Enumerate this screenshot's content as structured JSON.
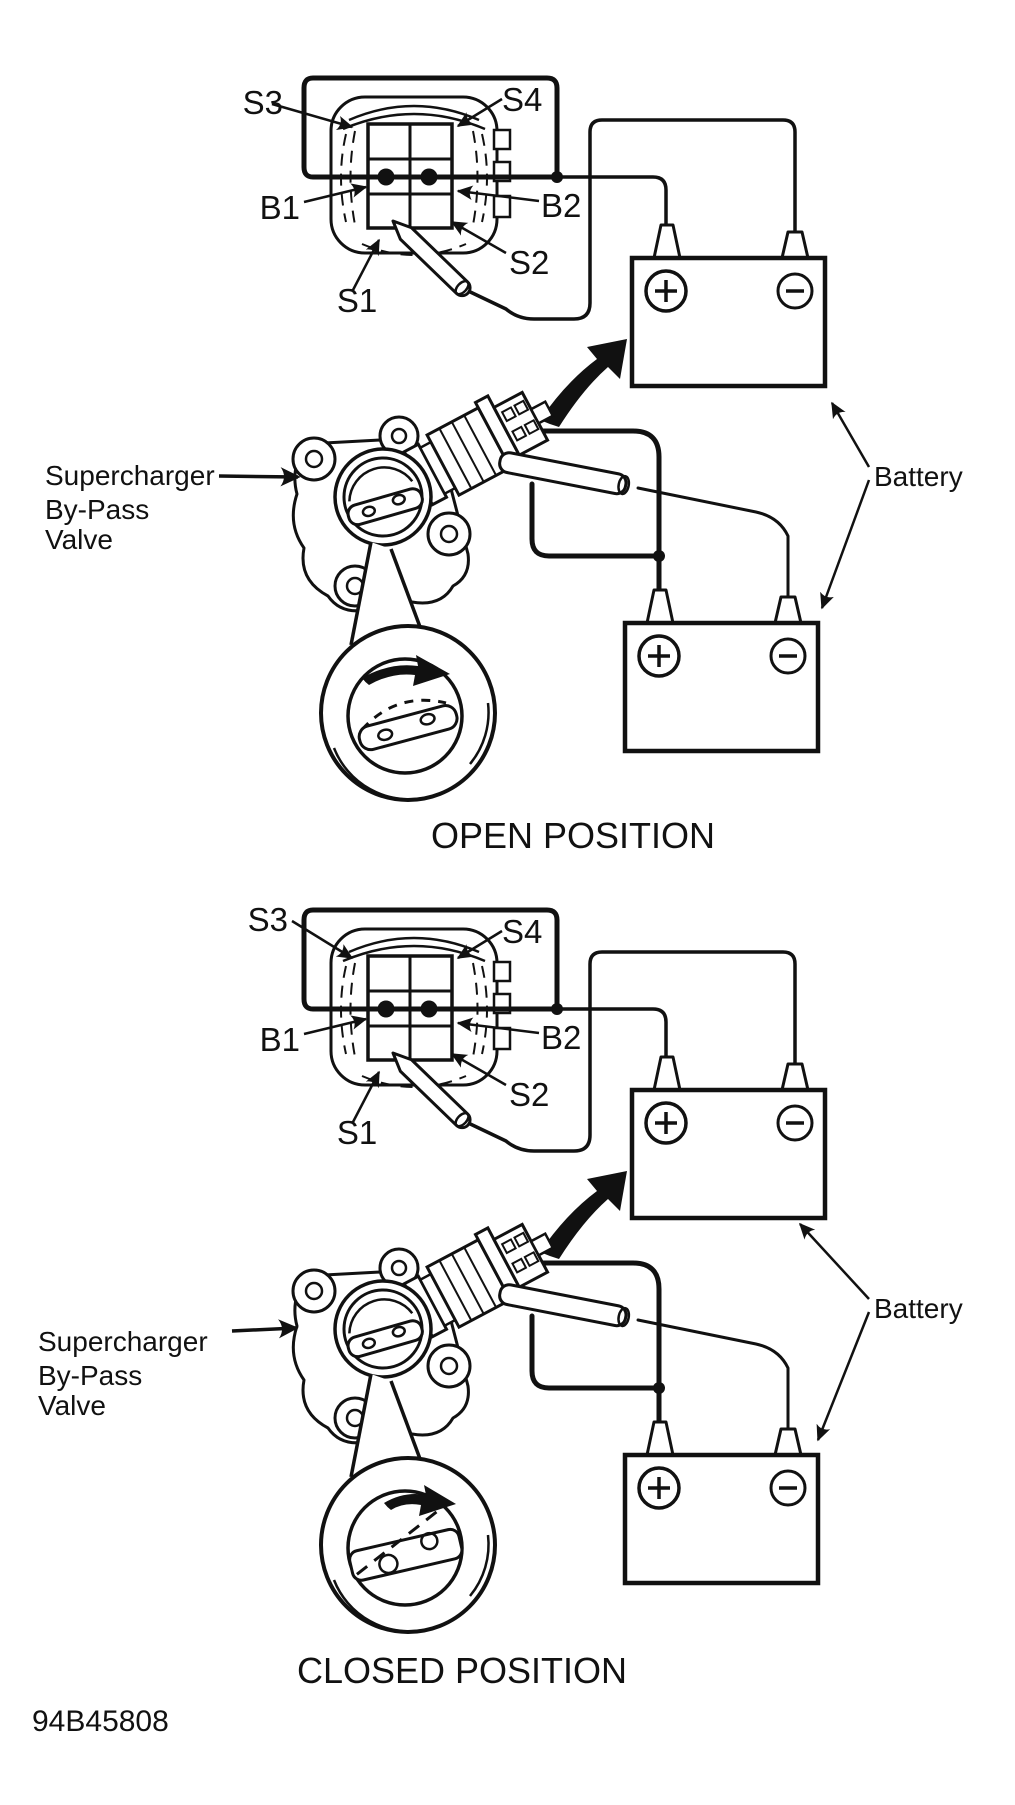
{
  "figure_code": "94B45808",
  "colors": {
    "ink": "#111111",
    "paper": "#ffffff"
  },
  "icons": {
    "battery_positive_terminal": "⊕",
    "battery_negative_terminal": "⊖",
    "valve_rotation_arrow": "curved-right-arrow",
    "connect_to_battery_arrow": "large-curved-arrow",
    "test_probe": "tapered-probe"
  },
  "diagrams": [
    {
      "caption": "OPEN POSITION",
      "terminals": {
        "s3": "S3",
        "s4": "S4",
        "b1": "B1",
        "b2": "B2",
        "s1": "S1",
        "s2": "S2"
      },
      "valve_label": {
        "line1": "Supercharger",
        "line2": "By-Pass",
        "line3": "Valve"
      },
      "battery_label": "Battery",
      "battery_polarity": {
        "plus": "+",
        "minus": "−"
      }
    },
    {
      "caption": "CLOSED POSITION",
      "terminals": {
        "s3": "S3",
        "s4": "S4",
        "b1": "B1",
        "b2": "B2",
        "s1": "S1",
        "s2": "S2"
      },
      "valve_label": {
        "line1": "Supercharger",
        "line2": "By-Pass",
        "line3": "Valve"
      },
      "battery_label": "Battery",
      "battery_polarity": {
        "plus": "+",
        "minus": "−"
      }
    }
  ]
}
